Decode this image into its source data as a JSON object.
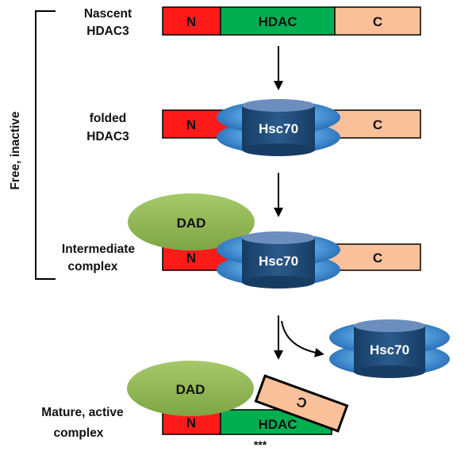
{
  "side_label": "Free, inactive",
  "stages": {
    "nascent": {
      "line1": "Nascent",
      "line2": "HDAC3"
    },
    "folded": {
      "line1": "folded",
      "line2": "HDAC3"
    },
    "intermediate": {
      "line1": "Intermediate",
      "line2": "complex"
    },
    "mature": {
      "line1": "Mature, active",
      "line2": "complex"
    }
  },
  "domains": {
    "n": "N",
    "hdac": "HDAC",
    "c": "C",
    "c_rotated": "C"
  },
  "chaperone": "Hsc70",
  "corepressor": "DAD",
  "annotation": "***",
  "colors": {
    "n_domain": "#ff1a1a",
    "hdac_domain": "#00b050",
    "c_domain": "#f9c09a",
    "dad": "#92b854",
    "hsc70_core": "#1f4e79",
    "hsc70_ring": "#2e75b6",
    "outline": "#000000"
  }
}
